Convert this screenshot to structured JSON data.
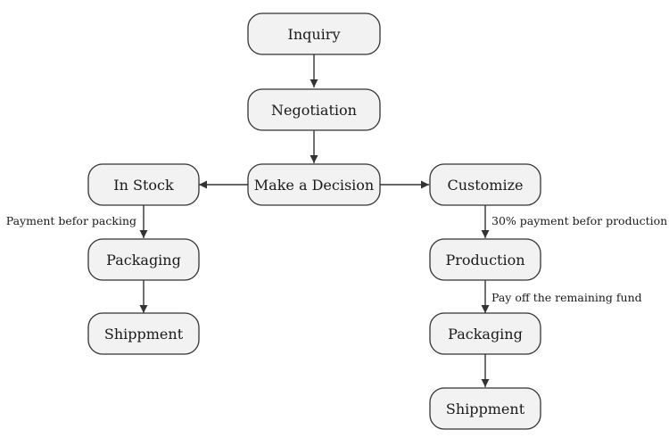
{
  "nodes": {
    "inquiry": "Inquiry",
    "negotiation": "Negotiation",
    "decision": "Make a Decision",
    "in_stock": "In Stock",
    "customize": "Customize",
    "packaging_left": "Packaging",
    "shippment_left": "Shippment",
    "production": "Production",
    "packaging_right": "Packaging",
    "shippment_right": "Shippment"
  },
  "edge_labels": {
    "instock_to_packaging": "Payment befor packing",
    "customize_to_production": "30% payment befor production",
    "production_to_packaging": "Pay off the remaining fund"
  },
  "colors": {
    "node_fill": "#f2f2f2",
    "node_stroke": "#333333",
    "text": "#1a1a1a"
  }
}
